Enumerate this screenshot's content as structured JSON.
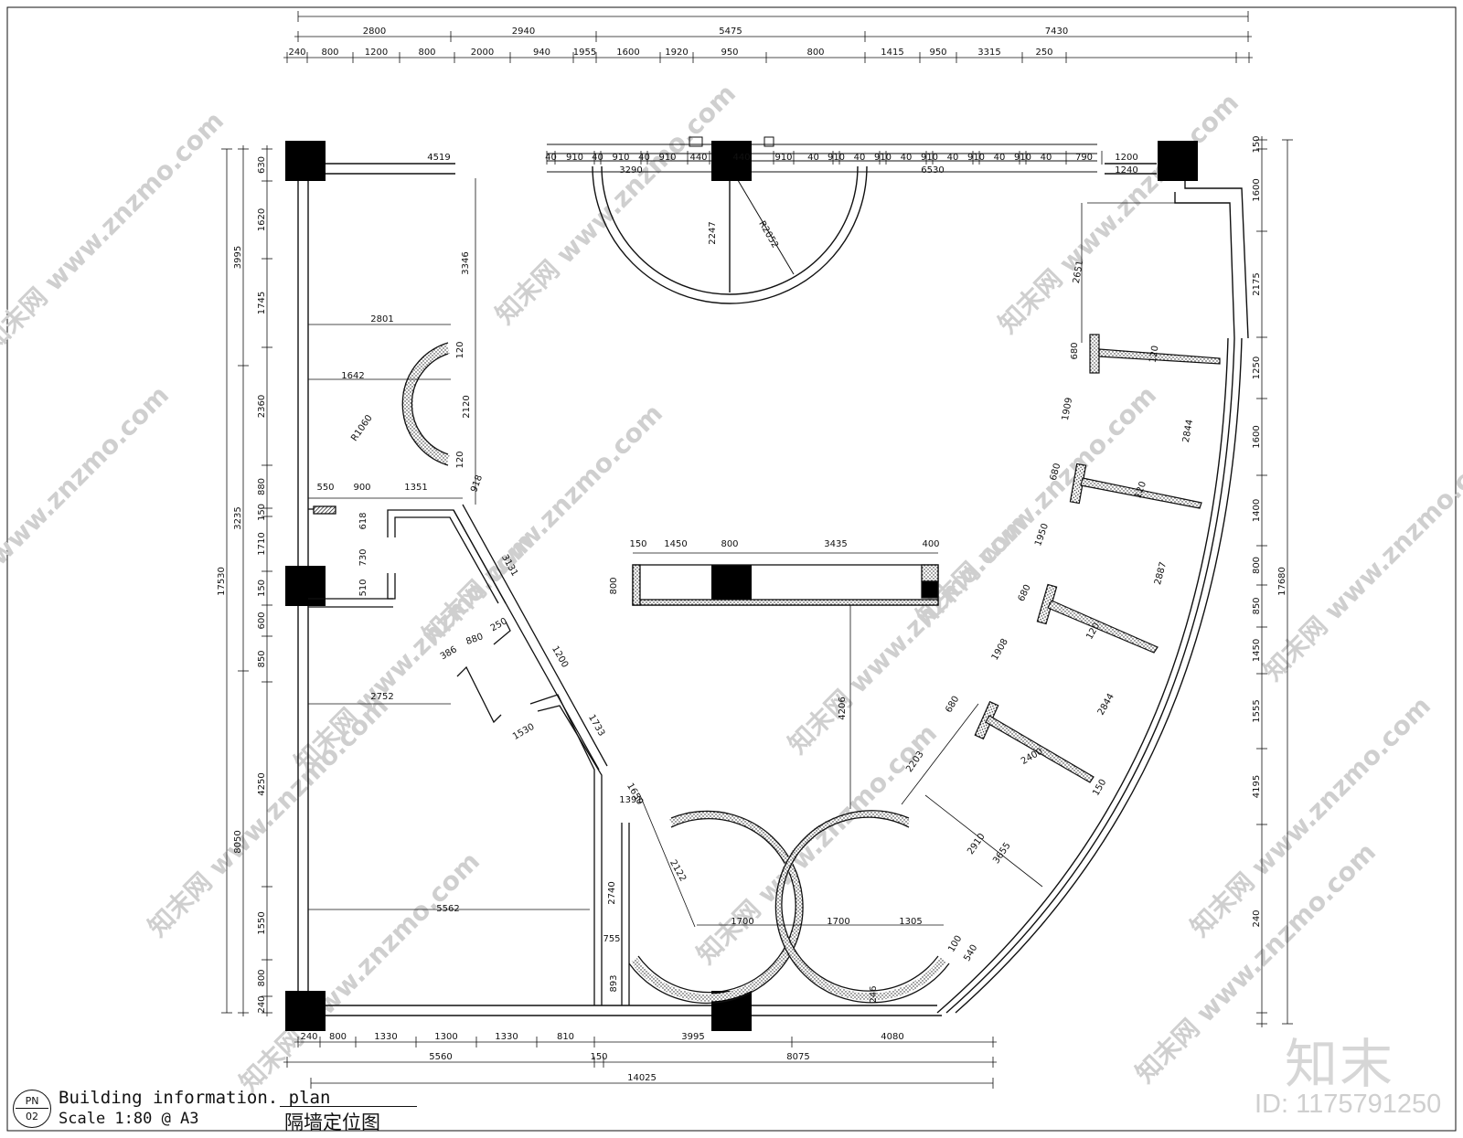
{
  "title_block": {
    "badge_top": "PN",
    "badge_bottom": "02",
    "title": "Building information. plan",
    "scale": "Scale 1:80 @ A3",
    "title_cn": "隔墙定位图"
  },
  "brand": {
    "logo_text": "知末",
    "id_text": "ID: 1175791250",
    "watermark_text": "知末网 www.znzmo.com"
  },
  "dimensions": {
    "top_outer": [
      "2800",
      "2940",
      "5475",
      "7430"
    ],
    "top_inner": [
      "240",
      "800",
      "1200",
      "800",
      "2000",
      "940",
      "1955",
      "1600",
      "1920",
      "950",
      "800",
      "1415",
      "950",
      "3315",
      "250"
    ],
    "bottom_inner": [
      "240",
      "800",
      "1330",
      "1300",
      "1330",
      "810",
      "3995",
      "4080"
    ],
    "bottom_mid": [
      "5560",
      "150",
      "8075"
    ],
    "bottom_total": "14025",
    "left_outer": [
      "3995",
      "3235",
      "8050"
    ],
    "left_total": "17530",
    "left_inner": [
      "630",
      "1620",
      "1745",
      "2360",
      "880",
      "150",
      "1710",
      "150",
      "600",
      "850",
      "4250",
      "1550",
      "800",
      "240"
    ],
    "right_inner": [
      "150",
      "1600",
      "2175",
      "1250",
      "1600",
      "1400",
      "800",
      "850",
      "1450",
      "1555",
      "4195",
      "240"
    ],
    "right_total": "17680",
    "facade_spans": [
      "40",
      "910",
      "40",
      "910",
      "40",
      "910",
      "440",
      "440",
      "910",
      "40",
      "910",
      "40",
      "910",
      "40",
      "910",
      "40",
      "910",
      "40",
      "910",
      "40",
      "790",
      "40"
    ],
    "facade_totals": [
      "4519",
      "3290",
      "6530",
      "1200",
      "1240"
    ],
    "interior": [
      "3346",
      "2801",
      "1642",
      "R1060",
      "2120",
      "120",
      "120",
      "550",
      "900",
      "1351",
      "918",
      "618",
      "730",
      "510",
      "3131",
      "250",
      "880",
      "386",
      "1200",
      "2752",
      "1530",
      "1733",
      "1650",
      "1391",
      "2740",
      "2122",
      "755",
      "893",
      "5562",
      "1700",
      "1700",
      "1305",
      "100",
      "540",
      "246",
      "150",
      "1450",
      "800",
      "3435",
      "400",
      "800",
      "4206",
      "2247",
      "R2052",
      "2651",
      "680",
      "1909",
      "120",
      "2844",
      "680",
      "1950",
      "120",
      "2887",
      "680",
      "1908",
      "120",
      "2844",
      "680",
      "2203",
      "2400",
      "2910",
      "3655",
      "150"
    ]
  }
}
